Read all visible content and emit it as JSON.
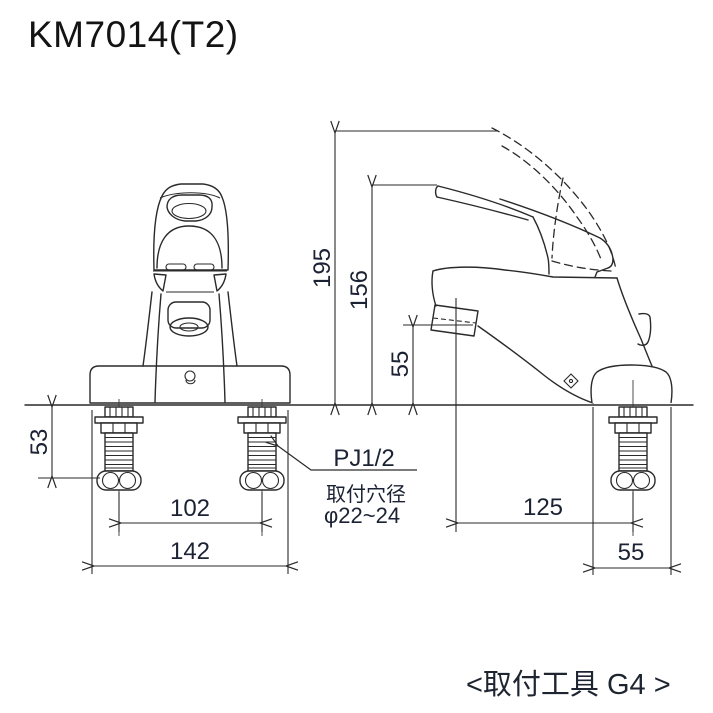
{
  "title": "KM7014(T2)",
  "colors": {
    "ink": "#2a2a2a",
    "text": "#1b2233",
    "background": "#ffffff"
  },
  "dimensions": {
    "total_height": "195",
    "handle_top_height": "156",
    "spout_outlet_height": "55",
    "under_deck_length": "53",
    "mounting_pitch": "102",
    "body_width": "142",
    "spout_to_base_reach": "125",
    "base_depth": "55"
  },
  "annotations": {
    "thread_spec": "PJ1/2",
    "mounting_hole_label": "取付穴径",
    "mounting_hole_size": "φ22~24"
  },
  "footer": {
    "tool_note": "<取付工具 G4 >"
  }
}
